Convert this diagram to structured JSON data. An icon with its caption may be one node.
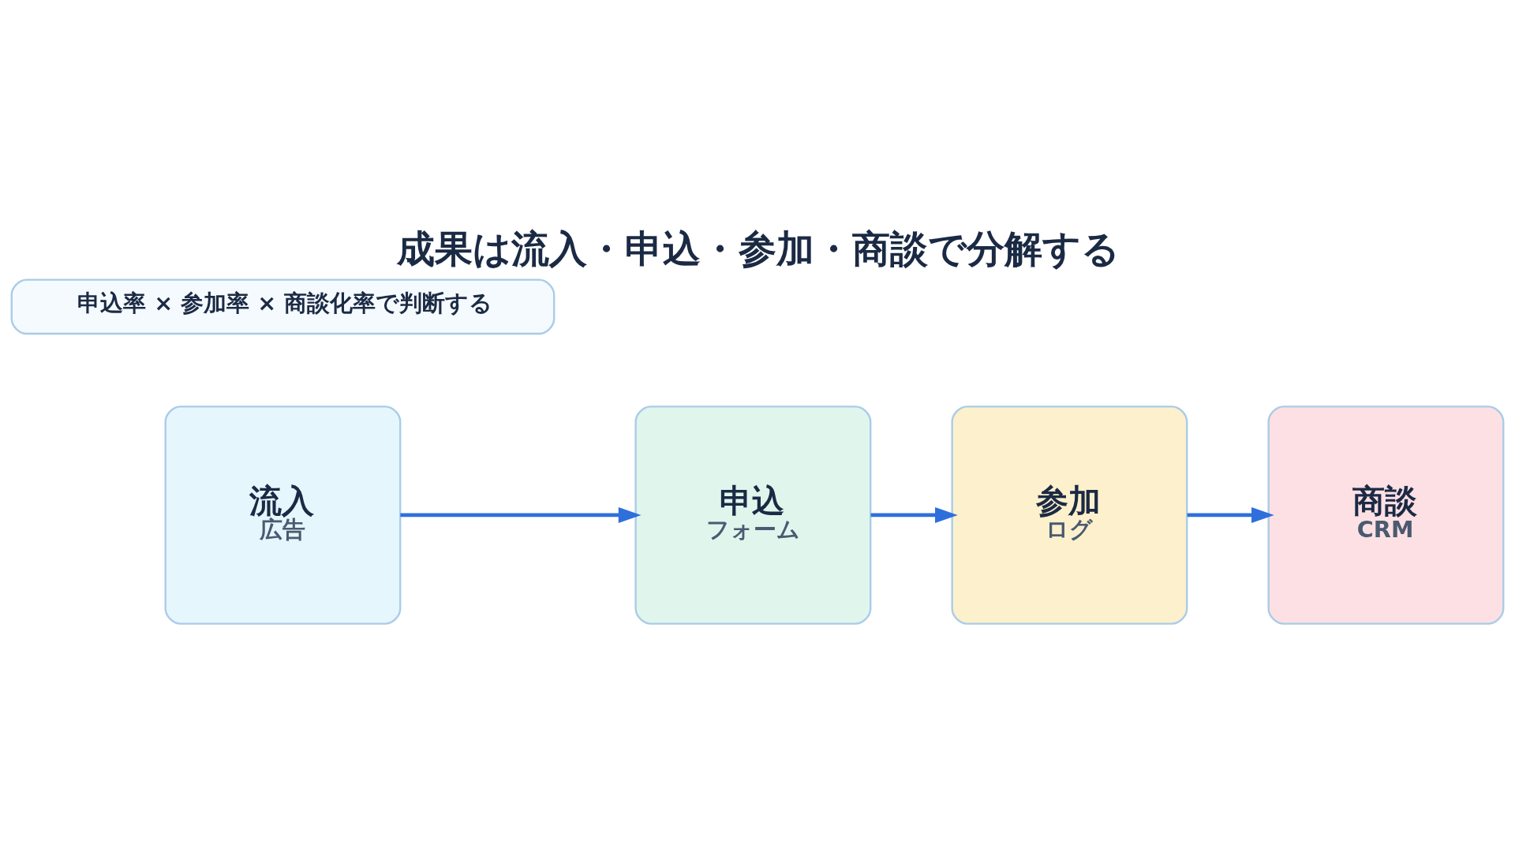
{
  "diagram": {
    "title": "成果は流入・申込・参加・商談で分解する",
    "nodes": [
      {
        "text": [
          "流入",
          "広告"
        ]
      },
      {
        "text": [
          "申込",
          "フォーム"
        ]
      },
      {
        "text": [
          "参加",
          "ログ"
        ]
      },
      {
        "text": [
          "商談",
          "CRM"
        ]
      },
      {
        "text": [
          "申込率 × 参加率 × 商談化率で判断する"
        ]
      }
    ],
    "edges": [
      {
        "from": 0,
        "to": 1,
        "arrow": "to"
      },
      {
        "from": 1,
        "to": 2,
        "arrow": "to"
      },
      {
        "from": 2,
        "to": 3,
        "arrow": "to"
      }
    ]
  }
}
